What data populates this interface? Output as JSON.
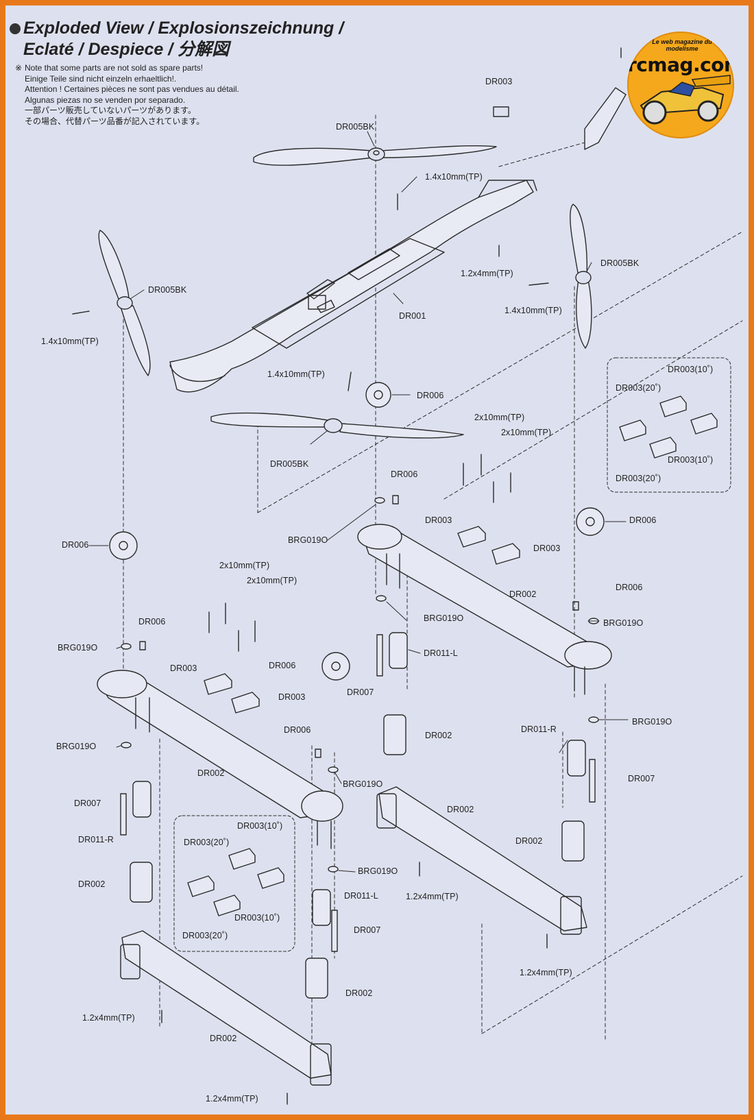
{
  "header": {
    "title_line1": "Exploded View / Explosionszeichnung /",
    "title_line2": "Eclaté / Despiece / 分解図"
  },
  "notes": {
    "mark": "※",
    "lines": [
      "Note that some parts are not sold as spare parts!",
      "Einige Teile sind nicht einzeln erhaeltlich!.",
      "Attention ! Certaines pièces ne sont pas vendues au détail.",
      "Algunas piezas no se venden por separado.",
      "一部パーツ販売していないパーツがあります。",
      "その場合、代替パーツ品番が記入されています。"
    ]
  },
  "watermark": {
    "brand": "rcmag.com",
    "tagline": "Le web magazine du modelisme"
  },
  "colors": {
    "frame": "#e8791a",
    "paper": "#dde1ef",
    "ink": "#2a2a2a",
    "logo": "#f5a81c"
  },
  "labels": [
    {
      "id": "dr003-top",
      "text": "DR003"
    },
    {
      "id": "dr005bk-top",
      "text": "DR005BK"
    },
    {
      "id": "screw-14x10-top",
      "text": "1.4x10mm(TP)"
    },
    {
      "id": "screw-12x4-top",
      "text": "1.2x4mm(TP)"
    },
    {
      "id": "dr005bk-right",
      "text": "DR005BK"
    },
    {
      "id": "screw-14x10-right",
      "text": "1.4x10mm(TP)"
    },
    {
      "id": "dr005bk-left",
      "text": "DR005BK"
    },
    {
      "id": "screw-14x10-left",
      "text": "1.4x10mm(TP)"
    },
    {
      "id": "dr001",
      "text": "DR001"
    },
    {
      "id": "screw-14x10-mid",
      "text": "1.4x10mm(TP)"
    },
    {
      "id": "dr006-mid",
      "text": "DR006"
    },
    {
      "id": "dr005bk-mid",
      "text": "DR005BK"
    },
    {
      "id": "inset-a-dr003-10a",
      "text": "DR003(10˚)"
    },
    {
      "id": "inset-a-dr003-20a",
      "text": "DR003(20˚)"
    },
    {
      "id": "inset-a-dr003-10b",
      "text": "DR003(10˚)"
    },
    {
      "id": "inset-a-dr003-20b",
      "text": "DR003(20˚)"
    },
    {
      "id": "screw-2x10-r1",
      "text": "2x10mm(TP)"
    },
    {
      "id": "screw-2x10-r2",
      "text": "2x10mm(TP)"
    },
    {
      "id": "dr006-r-top",
      "text": "DR006"
    },
    {
      "id": "dr003-r-a",
      "text": "DR003"
    },
    {
      "id": "dr003-r-b",
      "text": "DR003"
    },
    {
      "id": "dr006-r-gear",
      "text": "DR006"
    },
    {
      "id": "brg-r-top",
      "text": "BRG019O"
    },
    {
      "id": "dr006-l-gear",
      "text": "DR006"
    },
    {
      "id": "screw-2x10-l1",
      "text": "2x10mm(TP)"
    },
    {
      "id": "screw-2x10-l2",
      "text": "2x10mm(TP)"
    },
    {
      "id": "dr002-r-arm",
      "text": "DR002"
    },
    {
      "id": "dr006-r-pin",
      "text": "DR006"
    },
    {
      "id": "brg-r-side",
      "text": "BRG019O"
    },
    {
      "id": "brg-c-1",
      "text": "BRG019O"
    },
    {
      "id": "dr006-l-pin",
      "text": "DR006"
    },
    {
      "id": "brg-l-1",
      "text": "BRG019O"
    },
    {
      "id": "dr011l-c",
      "text": "DR011-L"
    },
    {
      "id": "dr003-l-a",
      "text": "DR003"
    },
    {
      "id": "dr003-l-b",
      "text": "DR003"
    },
    {
      "id": "dr006-c-gear",
      "text": "DR006"
    },
    {
      "id": "dr007-c",
      "text": "DR007"
    },
    {
      "id": "dr002-c-mount",
      "text": "DR002"
    },
    {
      "id": "brg-r-2",
      "text": "BRG019O"
    },
    {
      "id": "dr011r-r",
      "text": "DR011-R"
    },
    {
      "id": "dr007-r",
      "text": "DR007"
    },
    {
      "id": "brg-l-2",
      "text": "BRG019O"
    },
    {
      "id": "dr006-c2",
      "text": "DR006"
    },
    {
      "id": "dr002-l-arm",
      "text": "DR002"
    },
    {
      "id": "brg-c-2",
      "text": "BRG019O"
    },
    {
      "id": "dr007-l",
      "text": "DR007"
    },
    {
      "id": "dr011r-l",
      "text": "DR011-R"
    },
    {
      "id": "dr002-l-mount",
      "text": "DR002"
    },
    {
      "id": "dr002-b-arm",
      "text": "DR002"
    },
    {
      "id": "dr002-r-mount",
      "text": "DR002"
    },
    {
      "id": "inset-b-dr003-10a",
      "text": "DR003(10˚)"
    },
    {
      "id": "inset-b-dr003-20a",
      "text": "DR003(20˚)"
    },
    {
      "id": "inset-b-dr003-10b",
      "text": "DR003(10˚)"
    },
    {
      "id": "inset-b-dr003-20b",
      "text": "DR003(20˚)"
    },
    {
      "id": "brg-c-3",
      "text": "BRG019O"
    },
    {
      "id": "screw-12x4-c",
      "text": "1.2x4mm(TP)"
    },
    {
      "id": "dr011l-b",
      "text": "DR011-L"
    },
    {
      "id": "dr007-b",
      "text": "DR007"
    },
    {
      "id": "screw-12x4-r",
      "text": "1.2x4mm(TP)"
    },
    {
      "id": "dr002-b-mount",
      "text": "DR002"
    },
    {
      "id": "screw-12x4-l",
      "text": "1.2x4mm(TP)"
    },
    {
      "id": "dr002-b-arm2",
      "text": "DR002"
    },
    {
      "id": "screw-12x4-b",
      "text": "1.2x4mm(TP)"
    }
  ]
}
